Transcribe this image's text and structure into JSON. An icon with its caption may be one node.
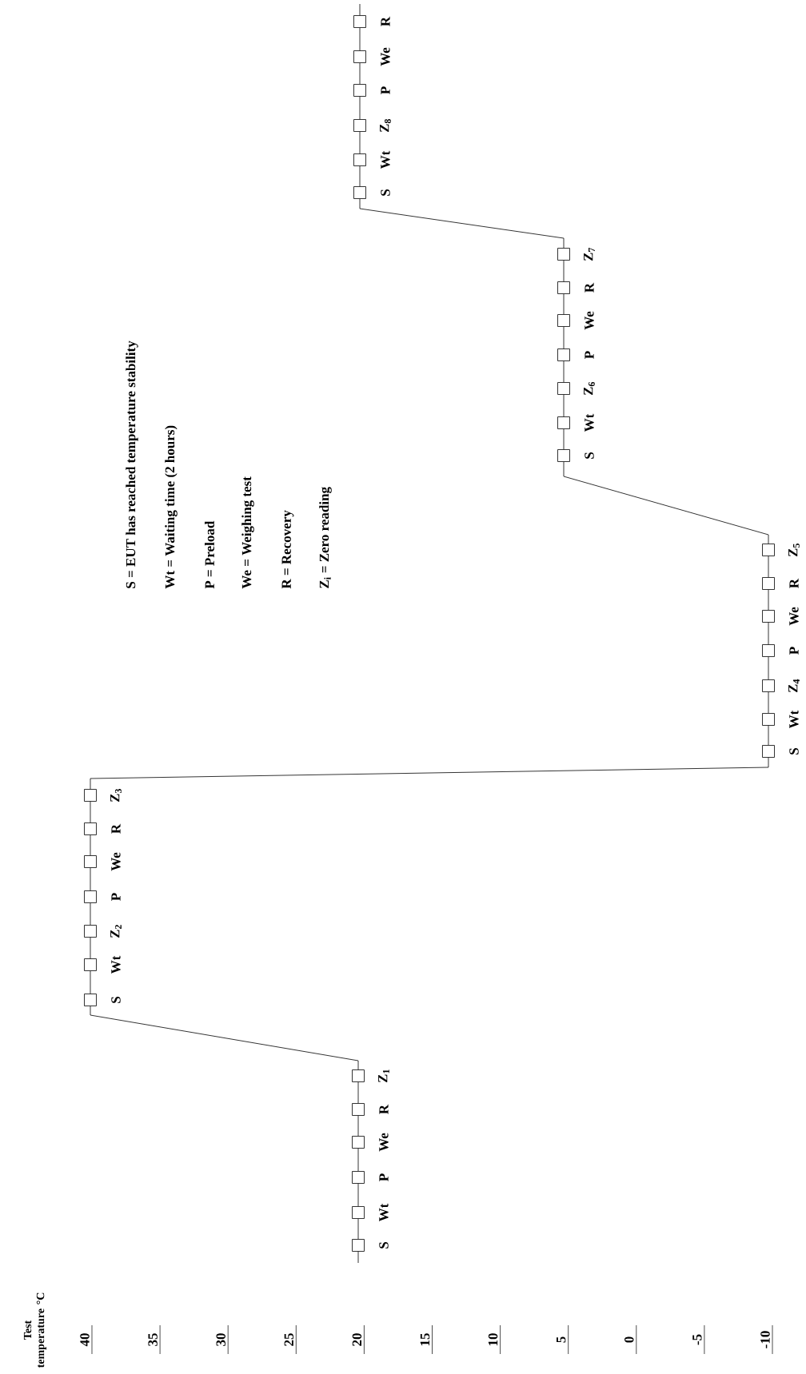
{
  "diagram": {
    "nodes": [
      {
        "text": [],
        "shape": "box",
        "beside": [
          "S"
        ]
      },
      {
        "text": [],
        "shape": "box",
        "beside": [
          "Wt"
        ]
      },
      {
        "text": [],
        "shape": "box",
        "beside": [
          "P"
        ]
      },
      {
        "text": [],
        "shape": "box",
        "beside": [
          "We"
        ]
      },
      {
        "text": [],
        "shape": "box",
        "beside": [
          "R"
        ]
      },
      {
        "text": [],
        "shape": "box",
        "beside": [
          "Z$_{1}$"
        ]
      },
      {
        "text": [],
        "shape": "box",
        "beside": [
          "S"
        ]
      },
      {
        "text": [],
        "shape": "box",
        "beside": [
          "Wt"
        ]
      },
      {
        "text": [],
        "shape": "box",
        "beside": [
          "Z$_{2}$"
        ]
      },
      {
        "text": [],
        "shape": "box",
        "beside": [
          "P"
        ]
      },
      {
        "text": [],
        "shape": "box",
        "beside": [
          "We"
        ]
      },
      {
        "text": [],
        "shape": "box",
        "beside": [
          "R"
        ]
      },
      {
        "text": [],
        "shape": "box",
        "beside": [
          "Z$_{3}$"
        ]
      },
      {
        "text": [],
        "shape": "box",
        "beside": [
          "S"
        ]
      },
      {
        "text": [],
        "shape": "box",
        "beside": [
          "Wt"
        ]
      },
      {
        "text": [],
        "shape": "box",
        "beside": [
          "Z$_{4}$"
        ]
      },
      {
        "text": [],
        "shape": "box",
        "beside": [
          "P"
        ]
      },
      {
        "text": [],
        "shape": "box",
        "beside": [
          "We"
        ]
      },
      {
        "text": [],
        "shape": "box",
        "beside": [
          "R"
        ]
      },
      {
        "text": [],
        "shape": "box",
        "beside": [
          "Z$_{5}$"
        ]
      },
      {
        "text": [],
        "shape": "box",
        "beside": [
          "S"
        ]
      },
      {
        "text": [],
        "shape": "box",
        "beside": [
          "Wt"
        ]
      },
      {
        "text": [],
        "shape": "box",
        "beside": [
          "Z$_{6}$"
        ]
      },
      {
        "text": [],
        "shape": "box",
        "beside": [
          "P"
        ]
      },
      {
        "text": [],
        "shape": "box",
        "beside": [
          "We"
        ]
      },
      {
        "text": [],
        "shape": "box",
        "beside": [
          "R"
        ]
      },
      {
        "text": [],
        "shape": "box",
        "beside": [
          "Z$_{7}$"
        ]
      },
      {
        "text": [],
        "shape": "box",
        "beside": [
          "S"
        ]
      },
      {
        "text": [],
        "shape": "box",
        "beside": [
          "Wt"
        ]
      },
      {
        "text": [],
        "shape": "box",
        "beside": [
          "Z$_{8}$"
        ]
      },
      {
        "text": [],
        "shape": "box",
        "beside": [
          "P"
        ]
      },
      {
        "text": [],
        "shape": "box",
        "beside": [
          "We"
        ]
      },
      {
        "text": [],
        "shape": "box",
        "beside": [
          "R"
        ]
      }
    ],
    "edges": [
      {
        "from": null,
        "to": 0,
        "arrow": "none"
      },
      {
        "from": 0,
        "to": 1,
        "arrow": "none"
      },
      {
        "from": 1,
        "to": 2,
        "arrow": "none"
      },
      {
        "from": 2,
        "to": 3,
        "arrow": "none"
      },
      {
        "from": 3,
        "to": 4,
        "arrow": "none"
      },
      {
        "from": 4,
        "to": 5,
        "arrow": "none"
      },
      {
        "from": 5,
        "to": 6,
        "arrow": "none"
      },
      {
        "from": 6,
        "to": 7,
        "arrow": "none"
      },
      {
        "from": 7,
        "to": 8,
        "arrow": "none"
      },
      {
        "from": 8,
        "to": 9,
        "arrow": "none"
      },
      {
        "from": 9,
        "to": 10,
        "arrow": "none"
      },
      {
        "from": 10,
        "to": 11,
        "arrow": "none"
      },
      {
        "from": 11,
        "to": 12,
        "arrow": "none"
      },
      {
        "from": 12,
        "to": 13,
        "arrow": "none"
      },
      {
        "from": 13,
        "to": 14,
        "arrow": "none"
      },
      {
        "from": 14,
        "to": 15,
        "arrow": "none"
      },
      {
        "from": 15,
        "to": 16,
        "arrow": "none"
      },
      {
        "from": 16,
        "to": 17,
        "arrow": "none"
      },
      {
        "from": 17,
        "to": 18,
        "arrow": "none"
      },
      {
        "from": 18,
        "to": 19,
        "arrow": "none"
      },
      {
        "from": 19,
        "to": 20,
        "arrow": "none"
      },
      {
        "from": 20,
        "to": 21,
        "arrow": "none"
      },
      {
        "from": 21,
        "to": 22,
        "arrow": "none"
      },
      {
        "from": 22,
        "to": 23,
        "arrow": "none"
      },
      {
        "from": 23,
        "to": 24,
        "arrow": "none"
      },
      {
        "from": 24,
        "to": 25,
        "arrow": "none"
      },
      {
        "from": 25,
        "to": 26,
        "arrow": "none"
      },
      {
        "from": 26,
        "to": 27,
        "arrow": "none"
      },
      {
        "from": 27,
        "to": 28,
        "arrow": "none"
      },
      {
        "from": 28,
        "to": 29,
        "arrow": "none"
      },
      {
        "from": 29,
        "to": 30,
        "arrow": "none"
      },
      {
        "from": 30,
        "to": 31,
        "arrow": "none"
      },
      {
        "from": 31,
        "to": 32,
        "arrow": "none"
      },
      {
        "from": 32,
        "to": null,
        "arrow": "none"
      }
    ],
    "labels": [
      "S = EUT has reached temperature stability",
      "Wt = Waiting time (2 hours)",
      "P = Preload",
      "We = Weighing test",
      "R = Recovery",
      "Z$_{i}$ = Zero reading",
      "Test temperature °C",
      "40",
      "35",
      "30",
      "25",
      "20",
      "15",
      "10",
      "5",
      "0",
      "-5",
      "-10"
    ]
  }
}
